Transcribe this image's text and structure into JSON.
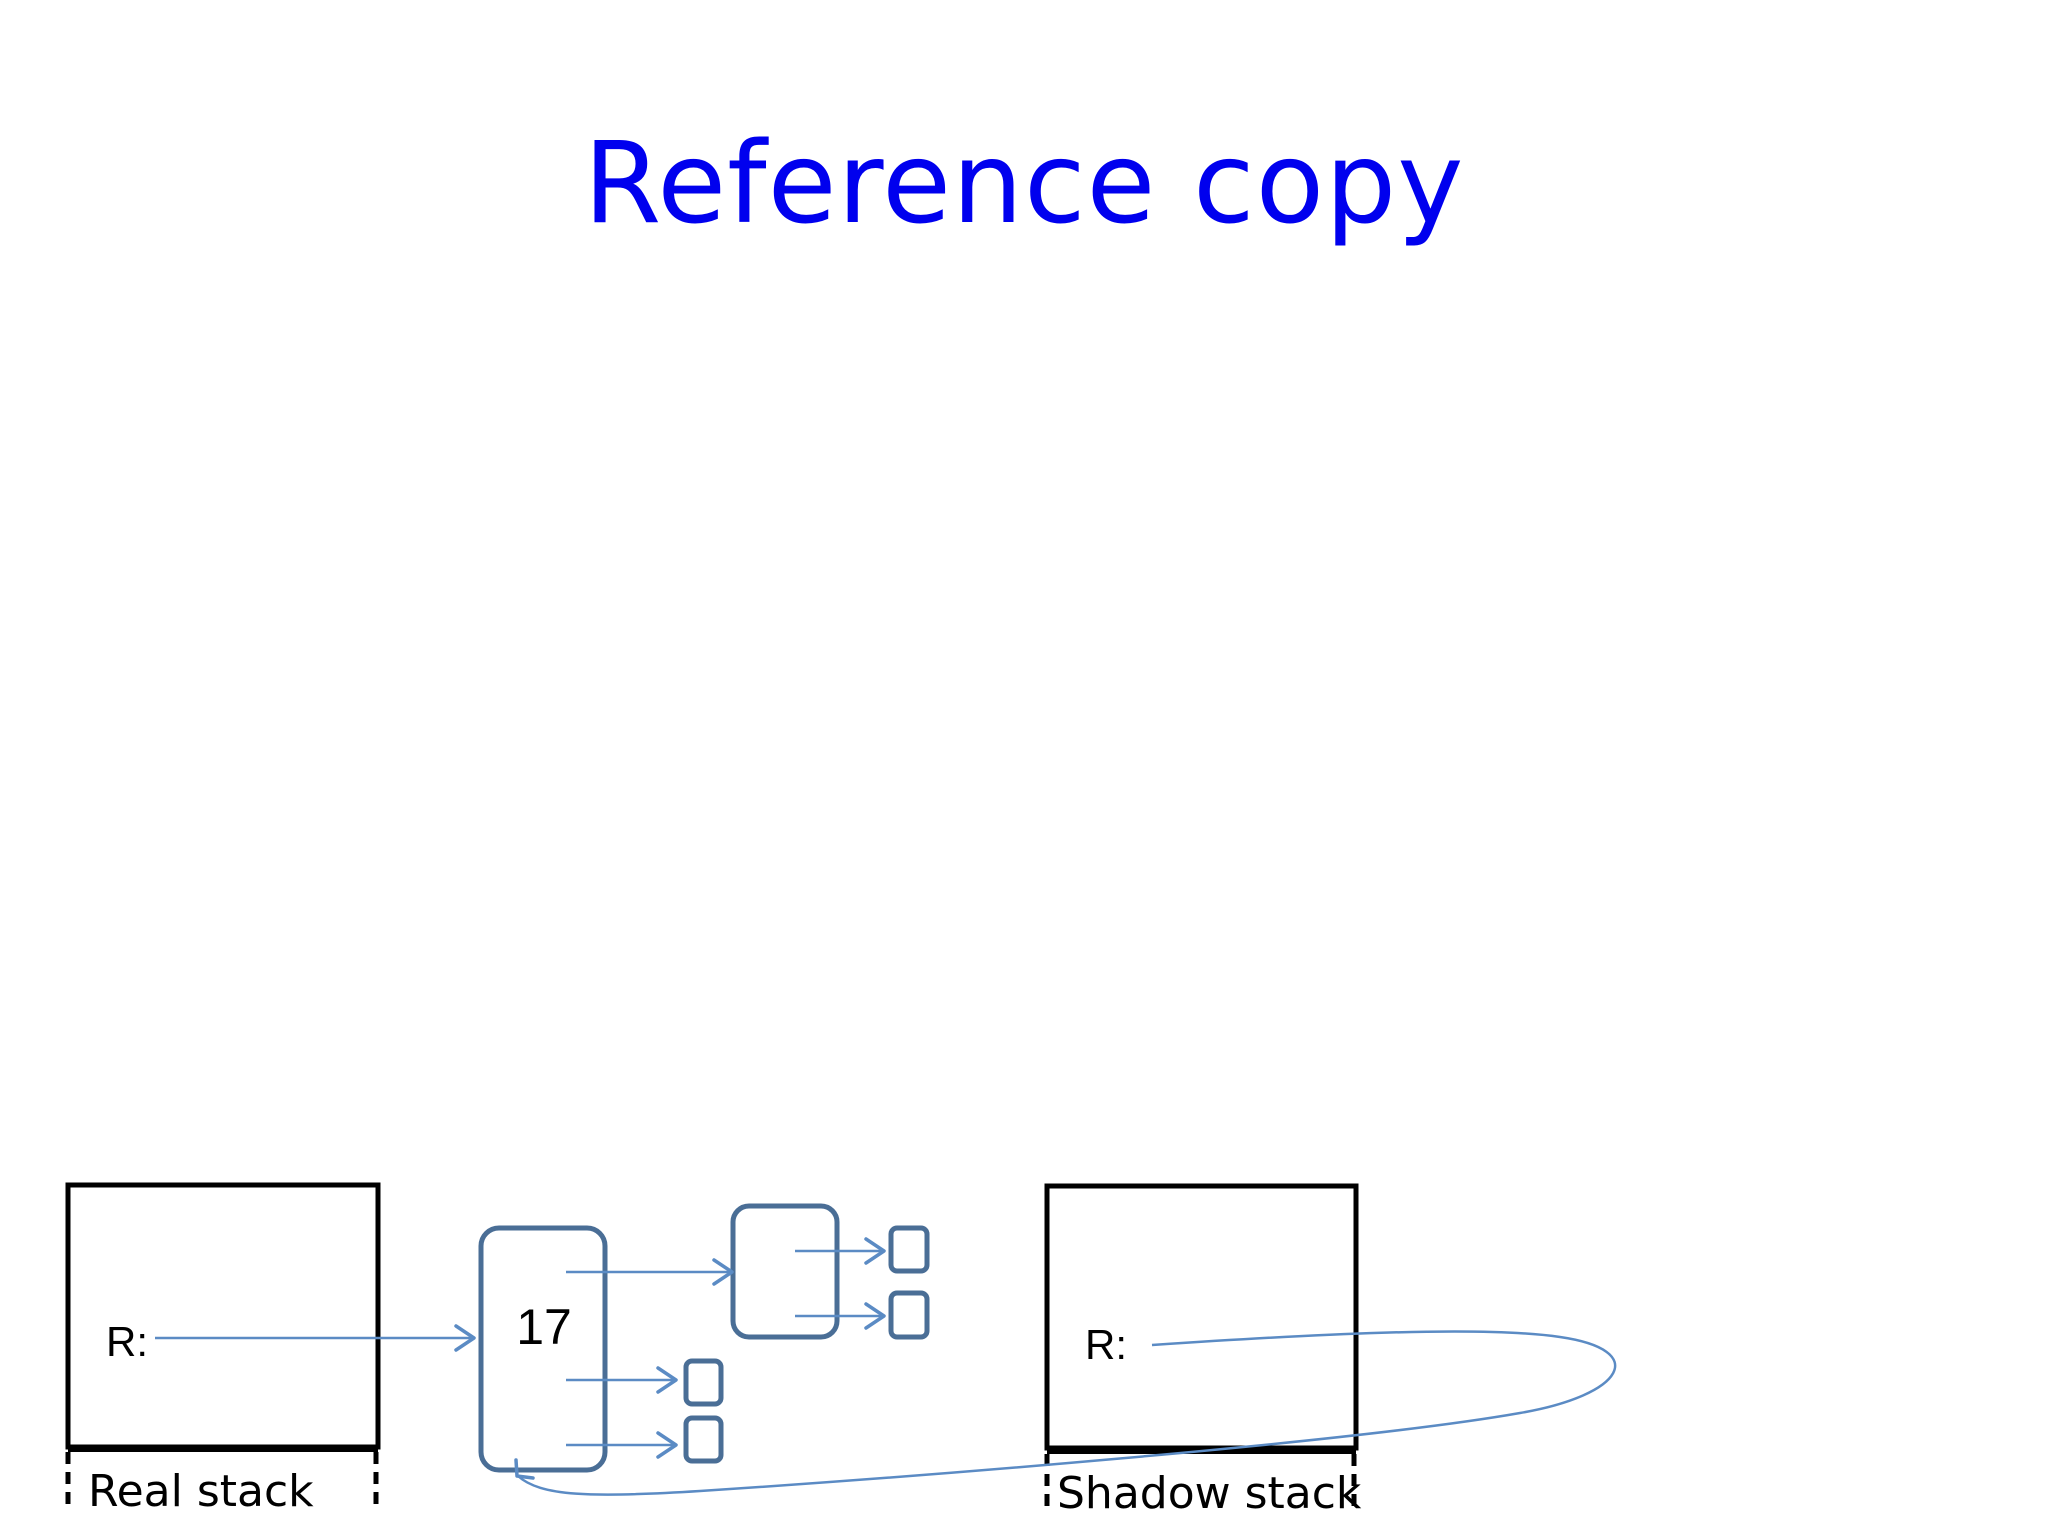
{
  "slide": {
    "title": "Reference copy",
    "title_color": "#0000ee"
  },
  "diagram": {
    "real_stack": {
      "label": "Real stack",
      "slot_label": "R:"
    },
    "shadow_stack": {
      "label": "Shadow stack",
      "slot_label": "R:"
    },
    "root_object": {
      "value": "17"
    },
    "colors": {
      "object_stroke": "#4a6e96",
      "pointer": "#5b8bc4",
      "stack_stroke": "#000000"
    }
  }
}
